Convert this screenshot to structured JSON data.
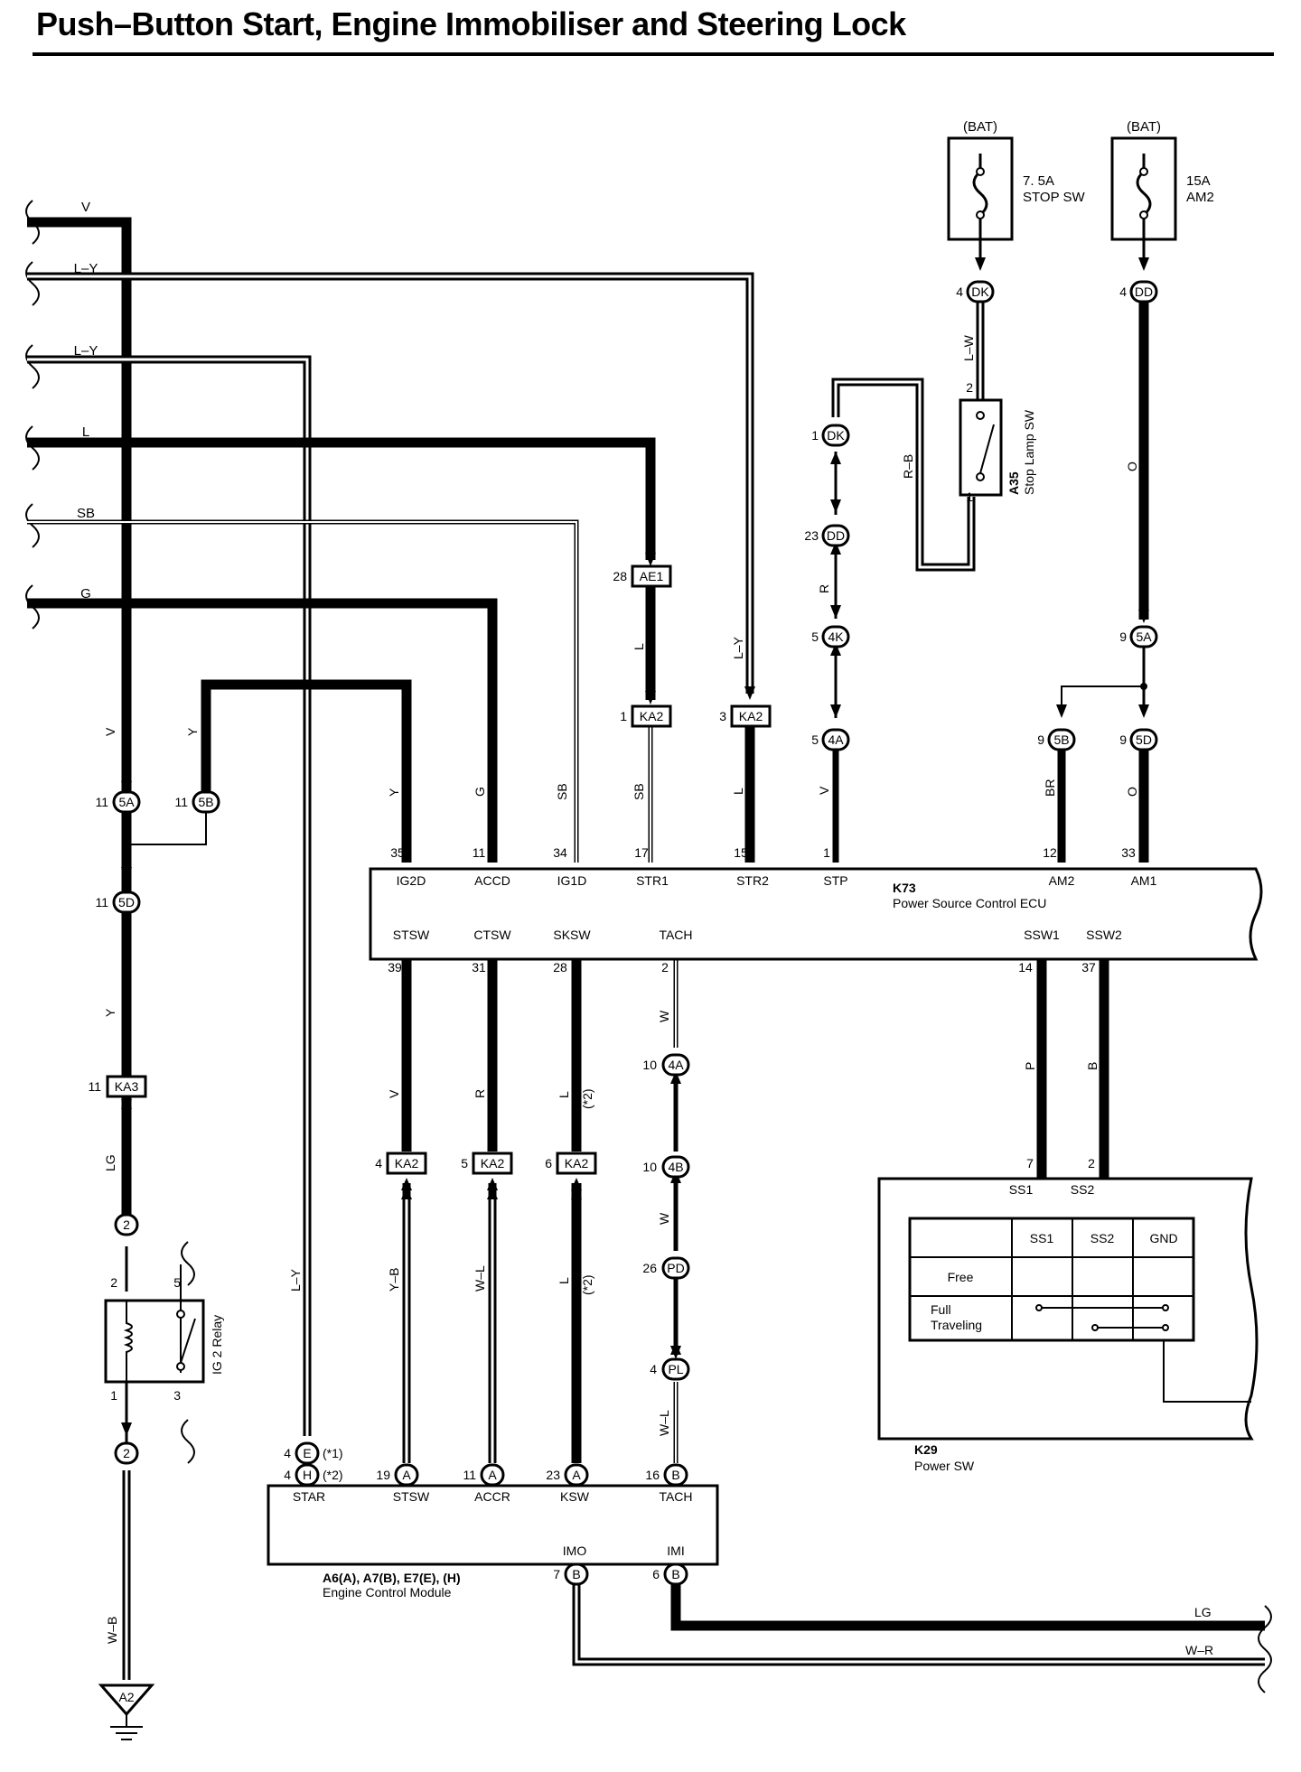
{
  "title": "Push–Button Start, Engine Immobiliser and Steering Lock",
  "left_wires": [
    "V",
    "L–Y",
    "L–Y",
    "L",
    "SB",
    "G"
  ],
  "bat": [
    "(BAT)",
    "(BAT)"
  ],
  "fuses": [
    {
      "rating": "7. 5A",
      "name": "STOP SW"
    },
    {
      "rating": "15A",
      "name": "AM2"
    }
  ],
  "stop_lamp": {
    "code": "A35",
    "name": "Stop Lamp SW",
    "pins": [
      "2",
      "1"
    ]
  },
  "ig2_relay": {
    "name": "IG 2 Relay",
    "pins": [
      "2",
      "5",
      "1",
      "3"
    ]
  },
  "ecu": {
    "code": "K73",
    "name": "Power Source Control ECU",
    "top_terms": [
      "IG2D",
      "ACCD",
      "IG1D",
      "STR1",
      "STR2",
      "STP",
      "AM2",
      "AM1"
    ],
    "top_pins": [
      "35",
      "11",
      "34",
      "17",
      "15",
      "1",
      "12",
      "33"
    ],
    "bottom_terms": [
      "STSW",
      "CTSW",
      "SKSW",
      "TACH",
      "SSW1",
      "SSW2"
    ],
    "bottom_pins": [
      "39",
      "31",
      "28",
      "2",
      "14",
      "37"
    ]
  },
  "power_sw": {
    "code": "K29",
    "name": "Power SW",
    "pins": [
      "7",
      "2"
    ],
    "terms": [
      "SS1",
      "SS2"
    ],
    "table_headers": [
      "SS1",
      "SS2",
      "GND"
    ],
    "rows": [
      "Free",
      "Full\nTraveling"
    ]
  },
  "ecm": {
    "code": "A6(A), A7(B), E7(E), (H)",
    "name": "Engine Control Module",
    "top_terms": [
      "STAR",
      "STSW",
      "ACCR",
      "KSW",
      "TACH"
    ],
    "top_pins": [
      "4",
      "4",
      "19",
      "11",
      "23",
      "16"
    ],
    "bottom_terms": [
      "IMO",
      "IMI"
    ],
    "bottom_pins": [
      "7",
      "6"
    ],
    "notes": [
      "(*1)",
      "(*2)"
    ]
  },
  "connectors": {
    "DK": "DK",
    "DD": "DD",
    "E": "E",
    "H": "H",
    "A": "A",
    "B": "B",
    "5A": "5A",
    "5B": "5B",
    "5D": "5D",
    "4K": "4K",
    "4A": "4A",
    "4B": "4B",
    "PD": "PD",
    "PL": "PL",
    "AE1": "AE1",
    "KA2": "KA2",
    "KA3": "KA3",
    "two": "2",
    "A2": "A2"
  },
  "conn_pins": {
    "dk_top": "4",
    "dd_top": "4",
    "dk_mid": "1",
    "dd_mid": "23",
    "k4k": "5",
    "k4a_top": "5",
    "ae1": "28",
    "ka2_l": "1",
    "ka2_ly": "3",
    "k5a_r": "9",
    "k5b_r": "9",
    "k5d_r": "9",
    "k5a_l": "11",
    "k5b_l": "11",
    "k5d_l": "11",
    "ka3": "11",
    "ka2_stsw": "4",
    "ka2_ctsw": "5",
    "ka2_sksw": "6",
    "k4a_tach": "10",
    "k4b": "10",
    "pd": "26",
    "pl": "4"
  },
  "wire_colors": {
    "lw": "L–W",
    "rb": "R–B",
    "r": "R",
    "o": "O",
    "o2": "O",
    "br": "BR",
    "v1": "V",
    "y1": "Y",
    "y2": "Y",
    "lg1": "LG",
    "wb": "W–B",
    "y3": "Y",
    "g": "G",
    "sb": "SB",
    "sb2": "SB",
    "l1": "L",
    "ly1": "L–Y",
    "l2": "L",
    "v2": "V",
    "v3": "V",
    "r2": "R",
    "l3": "L",
    "note2a": "(*2)",
    "w1": "W",
    "p": "P",
    "b": "B",
    "ly2": "L–Y",
    "yb": "Y–B",
    "wl": "W–L",
    "l4": "L",
    "note2b": "(*2)",
    "w2": "W",
    "wl2": "W–L",
    "lg2": "LG",
    "wr": "W–R"
  }
}
